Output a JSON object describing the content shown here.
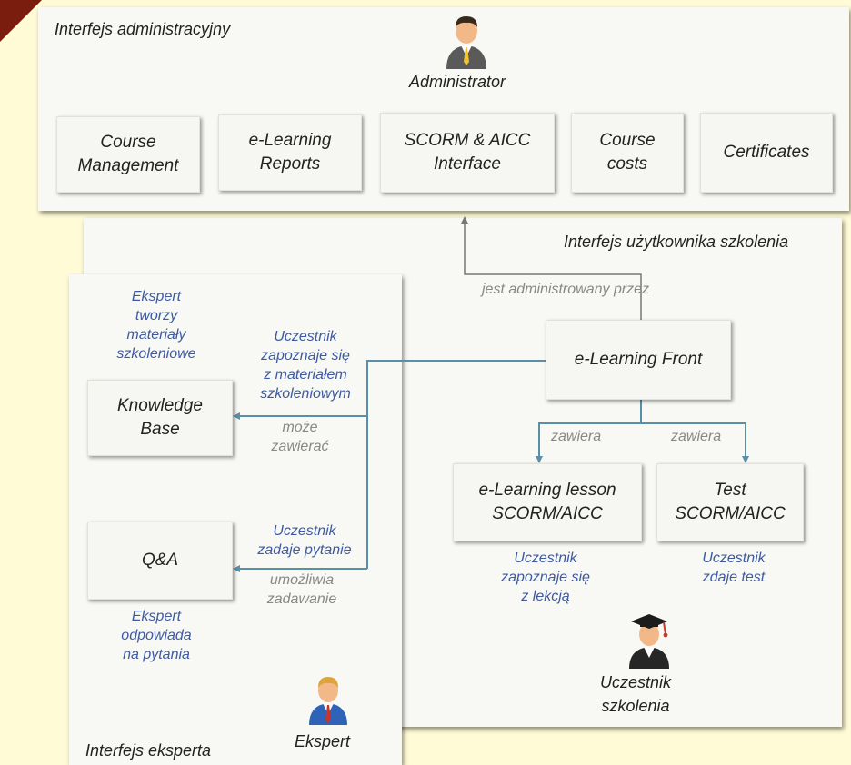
{
  "colors": {
    "background": "#fffbd6",
    "panel": "#f8f8f4",
    "corner": "#7a1d0e",
    "participant_text": "#3e5aa0",
    "relation_text": "#888888",
    "connector": "#5b8fa8",
    "gray_connector": "#888888"
  },
  "admin_panel": {
    "title": "Interfejs administracyjny",
    "actor_label": "Administrator",
    "actor_icon": "businessman-icon",
    "modules": [
      {
        "label": "Course\nManagement"
      },
      {
        "label": "e-Learning\nReports"
      },
      {
        "label": "SCORM & AICC\nInterface"
      },
      {
        "label": "Course\ncosts"
      },
      {
        "label": "Certificates"
      }
    ]
  },
  "user_panel": {
    "title": "Interfejs użytkownika szkolenia",
    "front_box": "e-Learning Front",
    "administered_by": "jest administrowany przez",
    "contains_left": "zawiera",
    "contains_right": "zawiera",
    "lesson_box": "e-Learning lesson\nSCORM/AICC",
    "test_box": "Test\nSCORM/AICC",
    "lesson_note": "Uczestnik\nzapoznaje się\nz lekcją",
    "test_note": "Uczestnik\nzdaje test",
    "actor_label": "Uczestnik\nszkolenia",
    "actor_icon": "graduate-icon"
  },
  "expert_panel": {
    "title": "Interfejs eksperta",
    "actor_label": "Ekspert",
    "actor_icon": "expert-icon",
    "expert_creates": "Ekspert\ntworzy\nmateriały\nszkoleniowe",
    "knowledge_box": "Knowledge\nBase",
    "qa_box": "Q&A",
    "expert_answers": "Ekspert\nodpowiada\nna pytania",
    "participant_reads": "Uczestnik\nzapoznaje się\nz materiałem\nszkoleniowym",
    "may_contain": "może\nzawierać",
    "participant_asks": "Uczestnik\nzadaje pytanie",
    "enables_asking": "umożliwia\nzadawanie"
  }
}
